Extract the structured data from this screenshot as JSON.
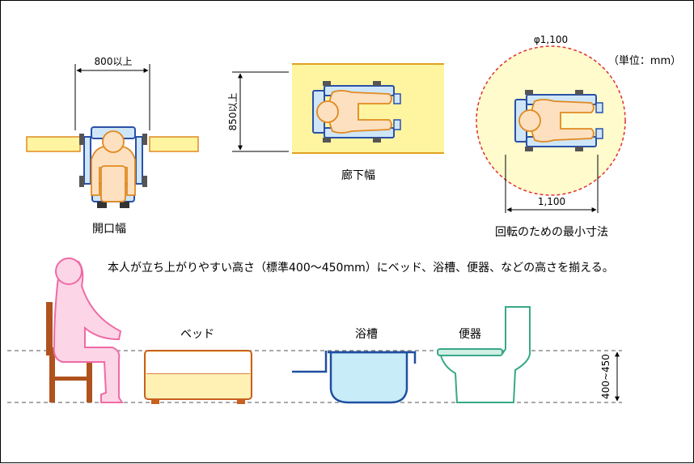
{
  "top": {
    "door": {
      "dimension": "800以上",
      "caption": "開口幅"
    },
    "corridor": {
      "dimension": "850以上",
      "caption": "廊下幅"
    },
    "turn": {
      "diameter": "φ1,100",
      "dimension": "1,100",
      "caption": "回転のための最小寸法"
    },
    "unit_note": "（単位：mm）"
  },
  "bottom": {
    "statement": "本人が立ち上がりやすい高さ（標準400～450mm）にベッド、浴槽、便器、などの高さを揃える。",
    "labels": {
      "bed": "ベッド",
      "bathtub": "浴槽",
      "toilet": "便器"
    },
    "height_range": "400~450"
  },
  "colors": {
    "floor_yellow": "#fff5a0",
    "body_fill": "#fde0c0",
    "body_stroke": "#e08a20",
    "wheelchair": "#2a50a8",
    "person_pink": "#f7a5c8",
    "chair_brown": "#b0521e",
    "bed_fill": "#fff0b4",
    "bath_fill": "#c8ecf8",
    "toilet_green": "#38a888",
    "circle_dash": "#e03030"
  }
}
